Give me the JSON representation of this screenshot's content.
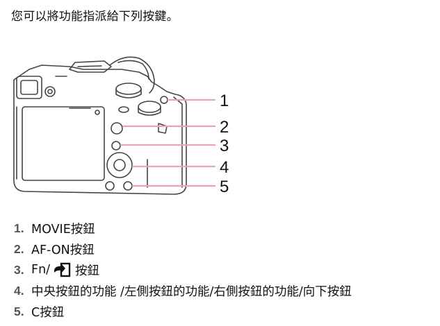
{
  "intro": "您可以將功能指派給下列按鍵。",
  "diagram": {
    "callouts": [
      "1",
      "2",
      "3",
      "4",
      "5"
    ],
    "colors": {
      "leader": "#e8a3b8",
      "outline": "#444444"
    }
  },
  "items": [
    {
      "num": "1.",
      "text": "MOVIE按鈕"
    },
    {
      "num": "2.",
      "text": "AF-ON按鈕"
    },
    {
      "num": "3.",
      "text_before": "Fn/",
      "icon": "send-to-smartphone-icon",
      "text_after": "按鈕"
    },
    {
      "num": "4.",
      "text": "中央按鈕的功能 /左側按鈕的功能/右側按鈕的功能/向下按鈕"
    },
    {
      "num": "5.",
      "text": "C按鈕"
    }
  ]
}
